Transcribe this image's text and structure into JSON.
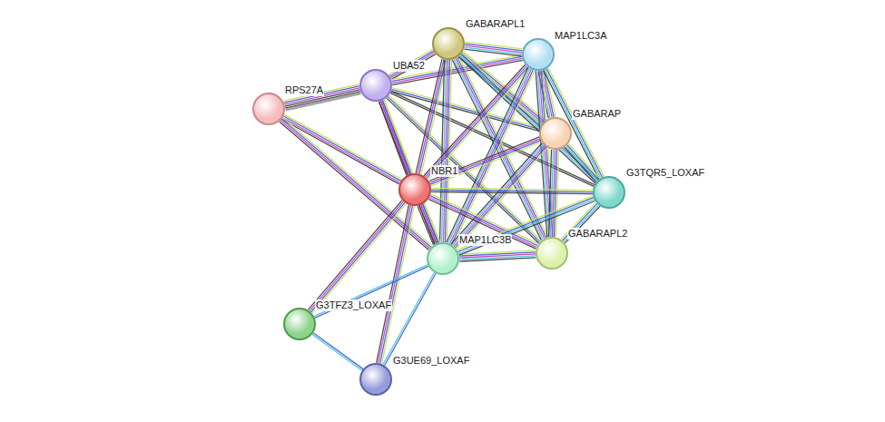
{
  "diagram": {
    "nodes": [
      {
        "text": [
          "GABARAPL1"
        ]
      },
      {
        "text": [
          "MAP1LC3A"
        ]
      },
      {
        "text": [
          "UBA52"
        ]
      },
      {
        "text": [
          "RPS27A"
        ]
      },
      {
        "text": [
          "GABARAP"
        ]
      },
      {
        "text": [
          "NBR1"
        ]
      },
      {
        "text": [
          "G3TQR5_LOXAF"
        ]
      },
      {
        "text": [
          "MAP1LC3B"
        ]
      },
      {
        "text": [
          "GABARAPL2"
        ]
      },
      {
        "text": [
          "G3TFZ3_LOXAF"
        ]
      },
      {
        "text": [
          "G3UE69_LOXAF"
        ]
      }
    ],
    "edges": [
      {
        "from": 3,
        "to": 2,
        "arrow": "none"
      },
      {
        "from": 3,
        "to": 5,
        "arrow": "none"
      },
      {
        "from": 3,
        "to": 7,
        "arrow": "none"
      },
      {
        "from": 2,
        "to": 0,
        "arrow": "none"
      },
      {
        "from": 2,
        "to": 1,
        "arrow": "none"
      },
      {
        "from": 2,
        "to": 5,
        "arrow": "none"
      },
      {
        "from": 2,
        "to": 7,
        "arrow": "none"
      },
      {
        "from": 2,
        "to": 4,
        "arrow": "none"
      },
      {
        "from": 2,
        "to": 6,
        "arrow": "none"
      },
      {
        "from": 2,
        "to": 8,
        "arrow": "none"
      },
      {
        "from": 0,
        "to": 1,
        "arrow": "none"
      },
      {
        "from": 0,
        "to": 5,
        "arrow": "none"
      },
      {
        "from": 0,
        "to": 7,
        "arrow": "none"
      },
      {
        "from": 0,
        "to": 4,
        "arrow": "none"
      },
      {
        "from": 0,
        "to": 8,
        "arrow": "none"
      },
      {
        "from": 0,
        "to": 6,
        "arrow": "none"
      },
      {
        "from": 1,
        "to": 5,
        "arrow": "none"
      },
      {
        "from": 1,
        "to": 7,
        "arrow": "none"
      },
      {
        "from": 1,
        "to": 4,
        "arrow": "none"
      },
      {
        "from": 1,
        "to": 8,
        "arrow": "none"
      },
      {
        "from": 1,
        "to": 6,
        "arrow": "none"
      },
      {
        "from": 4,
        "to": 5,
        "arrow": "none"
      },
      {
        "from": 4,
        "to": 7,
        "arrow": "none"
      },
      {
        "from": 4,
        "to": 8,
        "arrow": "none"
      },
      {
        "from": 4,
        "to": 6,
        "arrow": "none"
      },
      {
        "from": 5,
        "to": 6,
        "arrow": "none"
      },
      {
        "from": 5,
        "to": 7,
        "arrow": "none"
      },
      {
        "from": 5,
        "to": 8,
        "arrow": "none"
      },
      {
        "from": 5,
        "to": 9,
        "arrow": "none"
      },
      {
        "from": 5,
        "to": 10,
        "arrow": "none"
      },
      {
        "from": 7,
        "to": 8,
        "arrow": "none"
      },
      {
        "from": 7,
        "to": 6,
        "arrow": "none"
      },
      {
        "from": 7,
        "to": 9,
        "arrow": "none"
      },
      {
        "from": 7,
        "to": 10,
        "arrow": "none"
      },
      {
        "from": 8,
        "to": 6,
        "arrow": "none"
      },
      {
        "from": 9,
        "to": 10,
        "arrow": "none"
      }
    ]
  }
}
